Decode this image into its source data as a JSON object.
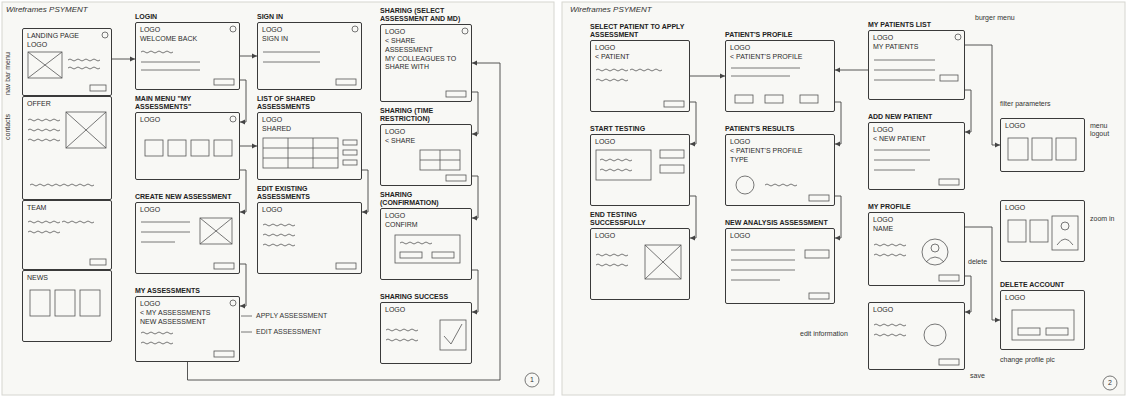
{
  "diagram": {
    "title": "Wireframes PSYMENT",
    "nodes": [
      {
        "text": [
          "LANDING PAGE",
          "LOGO"
        ]
      },
      {
        "text": [
          "OFFER"
        ]
      },
      {
        "text": [
          "TEAM"
        ]
      },
      {
        "text": [
          "NEWS"
        ]
      },
      {
        "text": [
          "LOGIN",
          "LOGO",
          "WELCOME BACK"
        ]
      },
      {
        "text": [
          "MAIN MENU \"MY ASSESSMENTS\"",
          "LOGO"
        ]
      },
      {
        "text": [
          "CREATE NEW ASSESSMENT",
          "LOGO"
        ]
      },
      {
        "text": [
          "MY ASSESSMENTS",
          "LOGO",
          "< MY ASSESSMENTS",
          "NEW ASSESSMENT"
        ]
      },
      {
        "text": [
          "SIGN IN",
          "LOGO",
          "SIGN IN"
        ]
      },
      {
        "text": [
          "LIST OF SHARED ASSESSMENTS",
          "LOGO",
          "SHARED"
        ]
      },
      {
        "text": [
          "EDIT EXISTING ASSESSMENTS",
          "LOGO"
        ]
      },
      {
        "text": [
          "SHARING (SELECT ASSESSMENT AND MD)",
          "LOGO",
          "< SHARE",
          "ASSESSMENT",
          "MY COLLEAGUES TO SHARE WITH"
        ]
      },
      {
        "text": [
          "SHARING (TIME RESTRICTION)",
          "LOGO",
          "< SHARE"
        ]
      },
      {
        "text": [
          "SHARING (CONFIRMATION)",
          "LOGO",
          "CONFIRM"
        ]
      },
      {
        "text": [
          "SHARING SUCCESS",
          "LOGO"
        ]
      },
      {
        "text": [
          "SELECT PATIENT TO APPLY ASSESSMENT",
          "LOGO",
          "< PATIENT"
        ]
      },
      {
        "text": [
          "START TESTING",
          "LOGO"
        ]
      },
      {
        "text": [
          "END TESTING SUCCESSFULLY",
          "LOGO"
        ]
      },
      {
        "text": [
          "PATIENT'S PROFILE",
          "LOGO",
          "< PATIENT'S PROFILE"
        ]
      },
      {
        "text": [
          "PATIENT'S RESULTS",
          "LOGO",
          "< PATIENT'S PROFILE",
          "TYPE"
        ]
      },
      {
        "text": [
          "NEW ANALYSIS ASSESSMENT",
          "LOGO"
        ]
      },
      {
        "text": [
          "MY PATIENTS LIST",
          "LOGO",
          "MY PATIENTS"
        ]
      },
      {
        "text": [
          "ADD NEW PATIENT",
          "LOGO",
          "< NEW PATIENT"
        ]
      },
      {
        "text": [
          "MY PROFILE",
          "LOGO",
          "NAME"
        ]
      },
      {
        "text": [
          "LOGO"
        ]
      },
      {
        "text": [
          "LOGO"
        ]
      },
      {
        "text": [
          "LOGO"
        ]
      },
      {
        "text": [
          "DELETE ACCOUNT",
          "LOGO"
        ]
      }
    ],
    "edges": [
      {
        "from": 0,
        "to": 4,
        "arrow": "to"
      },
      {
        "from": 4,
        "to": 8,
        "arrow": "to"
      },
      {
        "from": 4,
        "to": 5,
        "arrow": "to"
      },
      {
        "from": 5,
        "to": 9,
        "arrow": "to"
      },
      {
        "from": 5,
        "to": 6,
        "arrow": "to"
      },
      {
        "from": 6,
        "to": 7,
        "arrow": "to"
      },
      {
        "from": 9,
        "to": 10,
        "arrow": "to"
      },
      {
        "from": 7,
        "to": 11,
        "arrow": "to"
      },
      {
        "from": 11,
        "to": 12,
        "arrow": "to"
      },
      {
        "from": 12,
        "to": 13,
        "arrow": "to"
      },
      {
        "from": 13,
        "to": 14,
        "arrow": "to"
      },
      {
        "from": 15,
        "to": 16,
        "arrow": "to"
      },
      {
        "from": 16,
        "to": 17,
        "arrow": "to"
      },
      {
        "from": 15,
        "to": 18,
        "arrow": "to"
      },
      {
        "from": 18,
        "to": 19,
        "arrow": "to"
      },
      {
        "from": 19,
        "to": 20,
        "arrow": "to"
      },
      {
        "from": 21,
        "to": 18,
        "arrow": "to"
      },
      {
        "from": 21,
        "to": 22,
        "arrow": "to"
      },
      {
        "from": 21,
        "to": 25,
        "arrow": "to"
      },
      {
        "from": 23,
        "to": 24,
        "arrow": "to"
      },
      {
        "from": 23,
        "to": 27,
        "arrow": "to"
      }
    ],
    "labels": [
      "Wireframes PSYMENT",
      "nav bar menu",
      "contacts",
      "APPLY ASSESSMENT",
      "EDIT ASSESSMENT",
      "1",
      "burger menu",
      "filter parameters",
      "menu logout",
      "zoom in",
      "delete",
      "change profile pic",
      "edit information",
      "save",
      "2"
    ]
  }
}
